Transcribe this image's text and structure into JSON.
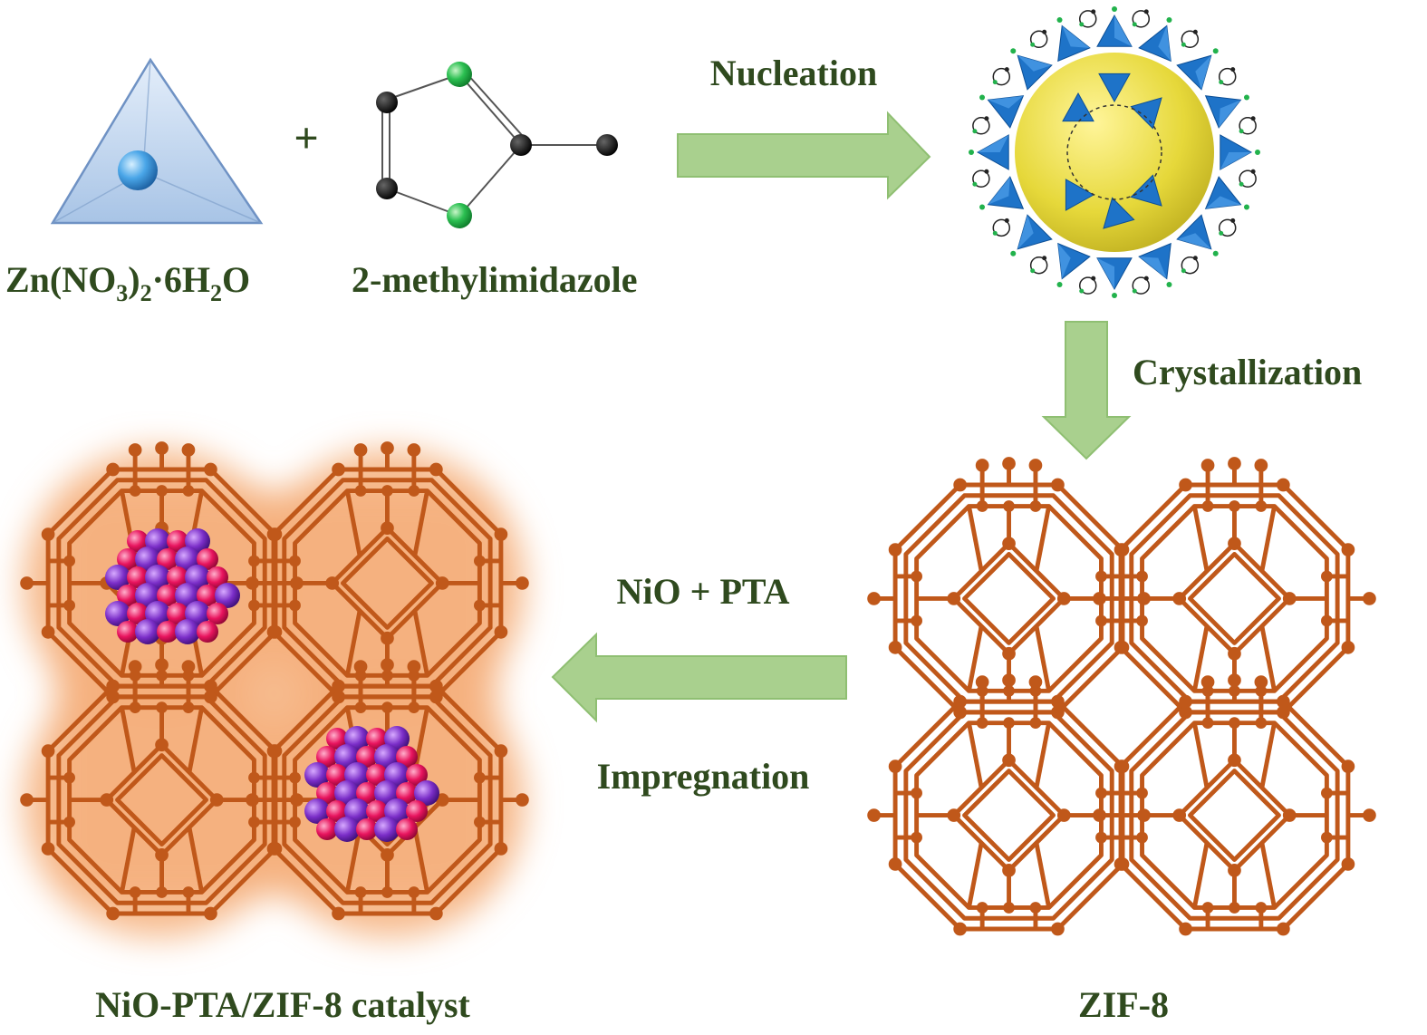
{
  "colors": {
    "text": "#2f4a1e",
    "arrow_fill": "#a9d08e",
    "arrow_stroke": "#8fbf72",
    "framework": "#c0581a",
    "glow": "#f6b07c",
    "sphere": "#e8dd3a",
    "tetra": "#1e73c8",
    "n_atom": "#22b24c",
    "c_atom": "#111111",
    "ni": "#7b2ec8",
    "o": "#e8145e",
    "zn_triangle": "#b8cfe8",
    "zn_atom": "#3a9be0"
  },
  "icons": [
    "zn-tetrahedron-icon",
    "methylimidazole-molecule-icon",
    "zif8-cage-icon",
    "zif8-framework-icon",
    "catalyst-framework-icon",
    "nanoparticle-cluster-icon"
  ],
  "labels": {
    "zn_base": "Zn(NO",
    "zn_sub1": "3",
    "zn_close": ")",
    "zn_sub2": "2",
    "zn_mid": "·6H",
    "zn_sub3": "2",
    "zn_end": "O",
    "plus": "+",
    "methylimidazole": "2-methylimidazole",
    "nucleation": "Nucleation",
    "crystallization": "Crystallization",
    "nio_pta": "NiO + PTA",
    "impregnation": "Impregnation",
    "zif8": "ZIF-8",
    "catalyst": "NiO-PTA/ZIF-8 catalyst"
  }
}
